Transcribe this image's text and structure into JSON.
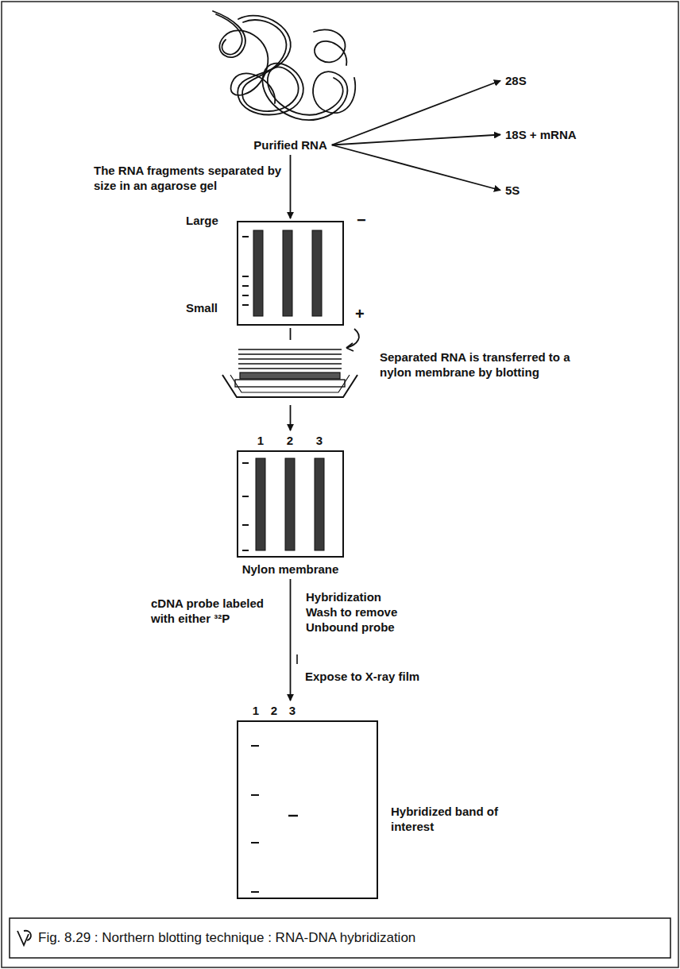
{
  "diagram": {
    "caption": "Fig. 8.29 : Northern blotting technique : RNA-DNA hybridization",
    "nodes": [
      {
        "text": [
          "Purified RNA"
        ]
      },
      {
        "text": [
          "28S"
        ]
      },
      {
        "text": [
          "18S + mRNA"
        ]
      },
      {
        "text": [
          "5S"
        ]
      },
      {
        "text": [
          "Large",
          "Small"
        ]
      },
      {
        "text": [
          "1",
          "2",
          "3",
          "Nylon membrane"
        ]
      },
      {
        "text": [
          "1",
          "2",
          "3"
        ]
      }
    ],
    "edges": [
      {
        "from": 0,
        "to": 1,
        "arrow": "to"
      },
      {
        "from": 0,
        "to": 2,
        "arrow": "to"
      },
      {
        "from": 0,
        "to": 3,
        "arrow": "to"
      },
      {
        "from": 0,
        "to": 4,
        "label": "The RNA fragments separated by size in an agarose gel",
        "arrow": "to"
      },
      {
        "from": 4,
        "to": 5,
        "arrow": "to"
      },
      {
        "from": 5,
        "to": 6,
        "label": "Expose to X-ray film",
        "arrow": "to"
      }
    ],
    "labels": [
      "−",
      "+",
      "Separated RNA is transferred to a nylon membrane by blotting",
      "cDNA probe labeled with either ³²P",
      "Hybridization Wash to remove Unbound probe",
      "Hybridized band of interest"
    ]
  }
}
